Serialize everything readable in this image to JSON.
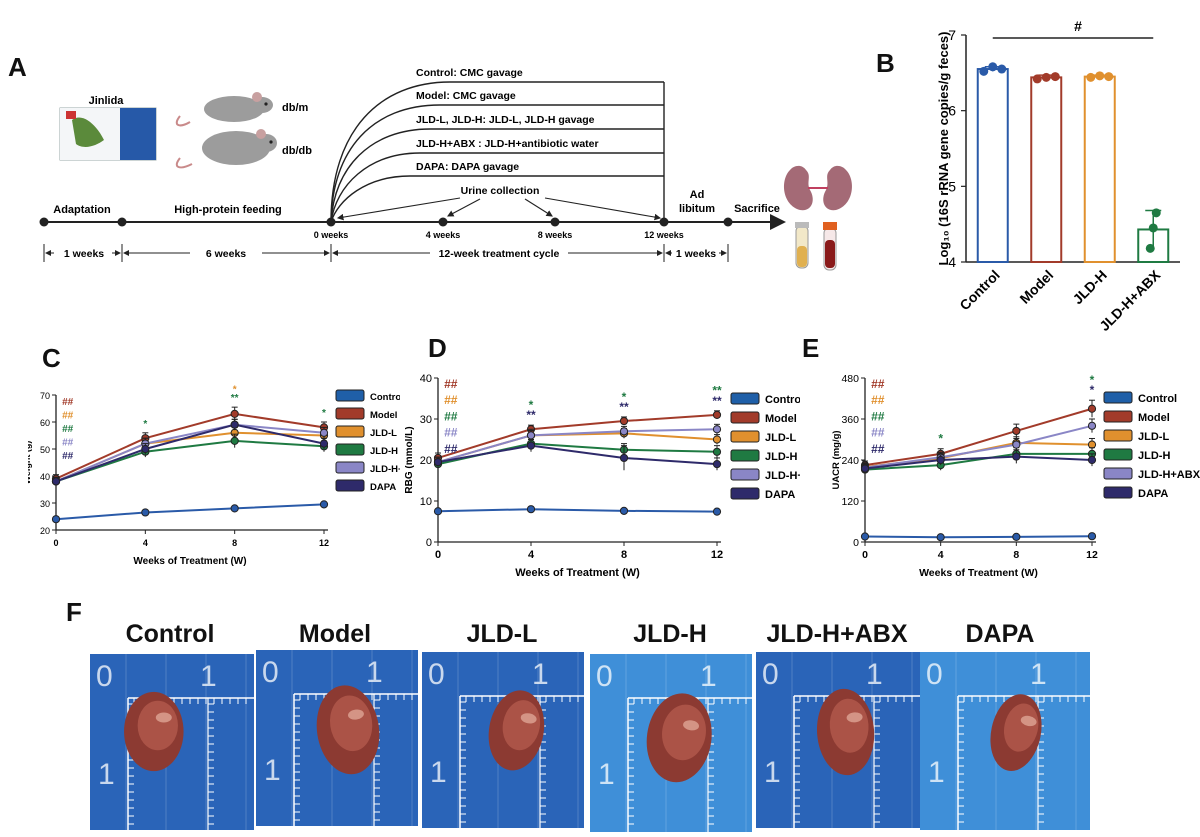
{
  "panels": {
    "A": "A",
    "B": "B",
    "C": "C",
    "D": "D",
    "E": "E",
    "F": "F"
  },
  "colors": {
    "control": "#2a5aa8",
    "model": "#a23b2a",
    "jld_l": "#e0902e",
    "jld_h": "#1f7a42",
    "jld_h_abx": "#8a86c6",
    "dapa": "#2e2a6a",
    "control_legend": "#1f5fa8"
  },
  "timeline": {
    "drug_box_label": "Jinlida",
    "mouse_1": "db/m",
    "mouse_2": "db/db",
    "arms": [
      "Control: CMC gavage",
      "Model: CMC gavage",
      "JLD-L, JLD-H: JLD-L, JLD-H gavage",
      "JLD-H+ABX : JLD-H+antibiotic water",
      "DAPA: DAPA gavage"
    ],
    "urine": "Urine collection",
    "stages": [
      "Adaptation",
      "High-protein feeding"
    ],
    "points": [
      "0 weeks",
      "4 weeks",
      "8 weeks",
      "12 weeks"
    ],
    "ad": "Ad",
    "libitum": "libitum",
    "sacrifice": "Sacrifice",
    "durations": [
      "1 weeks",
      "6 weeks",
      "12-week treatment cycle",
      "1 weeks"
    ]
  },
  "photos": {
    "labels": [
      "Control",
      "Model",
      "JLD-L",
      "JLD-H",
      "JLD-H+ABX",
      "DAPA"
    ],
    "ruler_0": "0",
    "ruler_1": "1"
  },
  "chart_data": [
    {
      "id": "B",
      "type": "bar",
      "ylabel": "Log₁₀ (16S rRNA gene copies/g feces)",
      "ylim": [
        4,
        7
      ],
      "yticks": [
        4,
        5,
        6,
        7
      ],
      "categories": [
        "Control",
        "Model",
        "JLD-H",
        "JLD-H+ABX"
      ],
      "values": [
        6.55,
        6.44,
        6.45,
        4.43
      ],
      "errors": [
        0.03,
        0.03,
        0.02,
        0.25
      ],
      "points": [
        [
          6.52,
          6.58,
          6.55
        ],
        [
          6.42,
          6.44,
          6.45
        ],
        [
          6.44,
          6.46,
          6.45
        ],
        [
          4.18,
          4.45,
          4.65
        ]
      ],
      "annotation": "#"
    },
    {
      "id": "C",
      "type": "line",
      "xlabel": "Weeks of Treatment (W)",
      "ylabel": "Weight (g)",
      "xticks": [
        0,
        4,
        8,
        12
      ],
      "ylim": [
        20,
        70
      ],
      "yticks": [
        20,
        30,
        40,
        50,
        60,
        70
      ],
      "series": [
        {
          "name": "Control",
          "values": [
            24,
            26.5,
            28,
            29.5
          ],
          "errors": [
            0.5,
            0.6,
            0.7,
            0.8
          ]
        },
        {
          "name": "Model",
          "values": [
            39,
            54,
            63,
            58
          ],
          "errors": [
            1.5,
            2,
            2.5,
            2
          ]
        },
        {
          "name": "JLD-L",
          "values": [
            38,
            52,
            56,
            55
          ],
          "errors": [
            1.5,
            2,
            2,
            2
          ]
        },
        {
          "name": "JLD-H",
          "values": [
            38,
            49,
            53,
            51
          ],
          "errors": [
            1.5,
            2,
            2.5,
            2
          ]
        },
        {
          "name": "JLD-H+ABX",
          "values": [
            38,
            52,
            59,
            56
          ],
          "errors": [
            1.5,
            2,
            2,
            2
          ]
        },
        {
          "name": "DAPA",
          "values": [
            38,
            50,
            59,
            52
          ],
          "errors": [
            1.5,
            2,
            2,
            2
          ]
        }
      ],
      "legend": [
        "Control",
        "Model",
        "JLD-L",
        "JLD-H",
        "JLD-H+ABX",
        "DAPA"
      ],
      "sig": [
        {
          "x": 0,
          "rows": [
            [
              "##",
              "model"
            ],
            [
              "##",
              "jld_l"
            ],
            [
              "##",
              "jld_h"
            ],
            [
              "##",
              "jld_h_abx"
            ],
            [
              "##",
              "dapa"
            ]
          ]
        },
        {
          "x": 4,
          "rows": [
            [
              "*",
              "jld_h"
            ]
          ]
        },
        {
          "x": 8,
          "rows": [
            [
              "*",
              "jld_l"
            ],
            [
              "**",
              "jld_h"
            ]
          ]
        },
        {
          "x": 12,
          "rows": [
            [
              "*",
              "jld_h"
            ]
          ]
        }
      ]
    },
    {
      "id": "D",
      "type": "line",
      "xlabel": "Weeks of Treatment (W)",
      "ylabel": "RBG (mmol/L)",
      "xticks": [
        0,
        4,
        8,
        12
      ],
      "ylim": [
        0,
        40
      ],
      "yticks": [
        0,
        10,
        20,
        30,
        40
      ],
      "series": [
        {
          "name": "Control",
          "values": [
            7.5,
            8,
            7.6,
            7.4
          ],
          "errors": [
            0.4,
            0.4,
            0.4,
            0.4
          ]
        },
        {
          "name": "Model",
          "values": [
            20.5,
            27.5,
            29.5,
            31
          ],
          "errors": [
            1.2,
            1,
            1,
            1
          ]
        },
        {
          "name": "JLD-L",
          "values": [
            19.5,
            26,
            26.5,
            25
          ],
          "errors": [
            1.2,
            1.5,
            1.2,
            1.2
          ]
        },
        {
          "name": "JLD-H",
          "values": [
            19,
            24,
            22.5,
            22
          ],
          "errors": [
            1.2,
            1.5,
            1.5,
            1.5
          ]
        },
        {
          "name": "JLD-H+ABX",
          "values": [
            19.5,
            26,
            27,
            27.5
          ],
          "errors": [
            1.2,
            1.2,
            1.2,
            1.2
          ]
        },
        {
          "name": "DAPA",
          "values": [
            19.5,
            23.5,
            20.5,
            19
          ],
          "errors": [
            1.2,
            1.5,
            3,
            1.5
          ]
        }
      ],
      "legend": [
        "Control",
        "Model",
        "JLD-L",
        "JLD-H",
        "JLD-H+ABX",
        "DAPA"
      ],
      "sig": [
        {
          "x": 0,
          "rows": [
            [
              "##",
              "model"
            ],
            [
              "##",
              "jld_l"
            ],
            [
              "##",
              "jld_h"
            ],
            [
              "##",
              "jld_h_abx"
            ],
            [
              "##",
              "dapa"
            ]
          ]
        },
        {
          "x": 4,
          "rows": [
            [
              "*",
              "jld_h"
            ],
            [
              "**",
              "dapa"
            ]
          ]
        },
        {
          "x": 8,
          "rows": [
            [
              "*",
              "jld_h"
            ],
            [
              "**",
              "dapa"
            ]
          ]
        },
        {
          "x": 12,
          "rows": [
            [
              "**",
              "jld_h"
            ],
            [
              "**",
              "dapa"
            ]
          ]
        }
      ]
    },
    {
      "id": "E",
      "type": "line",
      "xlabel": "Weeks of Treatment (W)",
      "ylabel": "UACR (mg/g)",
      "xticks": [
        0,
        4,
        8,
        12
      ],
      "ylim": [
        0,
        480
      ],
      "yticks": [
        0,
        120,
        240,
        360,
        480
      ],
      "series": [
        {
          "name": "Control",
          "values": [
            16,
            14,
            15,
            17
          ],
          "errors": [
            3,
            3,
            3,
            3
          ]
        },
        {
          "name": "Model",
          "values": [
            225,
            258,
            325,
            390
          ],
          "errors": [
            12,
            15,
            20,
            25
          ]
        },
        {
          "name": "JLD-L",
          "values": [
            220,
            245,
            290,
            285
          ],
          "errors": [
            12,
            15,
            18,
            18
          ]
        },
        {
          "name": "JLD-H",
          "values": [
            212,
            225,
            258,
            258
          ],
          "errors": [
            12,
            15,
            18,
            18
          ]
        },
        {
          "name": "JLD-H+ABX",
          "values": [
            218,
            248,
            285,
            340
          ],
          "errors": [
            12,
            15,
            18,
            20
          ]
        },
        {
          "name": "DAPA",
          "values": [
            215,
            240,
            250,
            240
          ],
          "errors": [
            12,
            15,
            20,
            18
          ]
        }
      ],
      "legend": [
        "Control",
        "Model",
        "JLD-L",
        "JLD-H",
        "JLD-H+ABX",
        "DAPA"
      ],
      "sig": [
        {
          "x": 0,
          "rows": [
            [
              "##",
              "model"
            ],
            [
              "##",
              "jld_l"
            ],
            [
              "##",
              "jld_h"
            ],
            [
              "##",
              "jld_h_abx"
            ],
            [
              "##",
              "dapa"
            ]
          ]
        },
        {
          "x": 4,
          "rows": [
            [
              "*",
              "jld_h"
            ]
          ]
        },
        {
          "x": 12,
          "rows": [
            [
              "*",
              "jld_h"
            ],
            [
              "*",
              "dapa"
            ]
          ]
        }
      ]
    }
  ]
}
